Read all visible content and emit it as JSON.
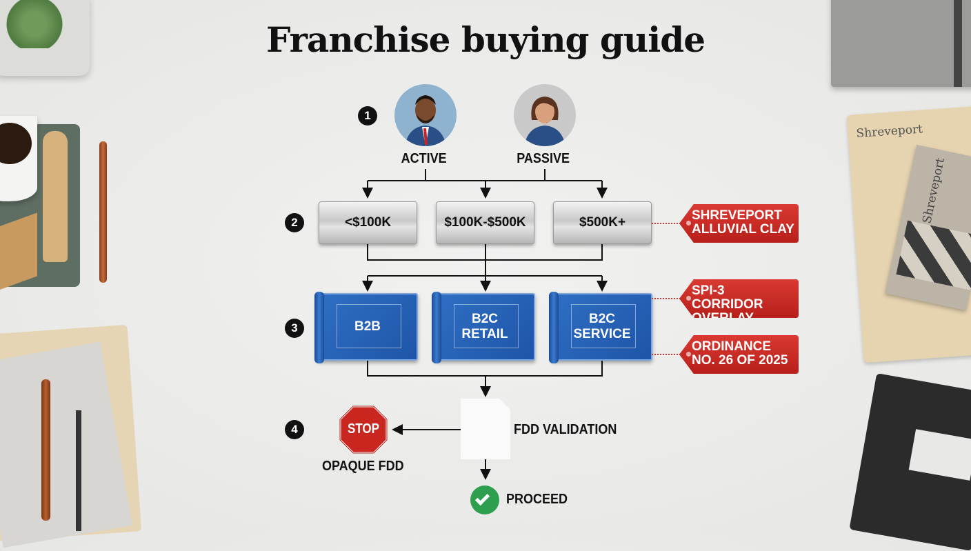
{
  "title": "Franchise buying guide",
  "steps": [
    "1",
    "2",
    "3",
    "4"
  ],
  "investor_types": [
    {
      "label": "ACTIVE"
    },
    {
      "label": "PASSIVE"
    }
  ],
  "investment_tiers": [
    "<$100K",
    "$100K-$500K",
    "$500K+"
  ],
  "business_types": [
    [
      "B2B"
    ],
    [
      "B2C",
      "RETAIL"
    ],
    [
      "B2C",
      "SERVICE"
    ]
  ],
  "tags": [
    [
      "SHREVEPORT",
      "ALLUVIAL CLAY"
    ],
    [
      "SPI-3 CORRIDOR",
      "OVERLAY"
    ],
    [
      "ORDINANCE",
      "NO. 26 OF 2025"
    ]
  ],
  "validation": {
    "doc_label": "FDD VALIDATION",
    "stop_sign": "STOP",
    "stop_label": "OPAQUE FDD",
    "proceed_label": "PROCEED"
  },
  "decor": {
    "folder_label_1": "Shreveport",
    "folder_label_2": "Shreveport"
  },
  "colors": {
    "tag_red": "#c8261f",
    "blueprint_blue": "#2460b5",
    "proceed_green": "#2e9e4f",
    "stop_red": "#c8261f"
  }
}
